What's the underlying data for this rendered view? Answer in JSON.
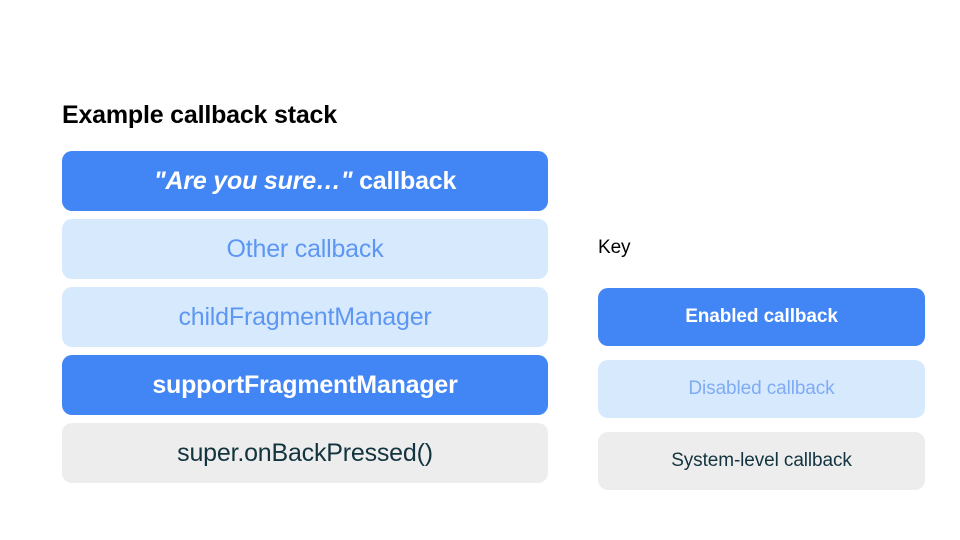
{
  "diagram": {
    "title": "Example callback stack",
    "key_title": "Key",
    "colors": {
      "enabled_bg": "#4285F4",
      "enabled_text": "#FFFFFF",
      "disabled_bg": "#D7EAFD",
      "disabled_text": "#5E96F3",
      "system_bg": "#EDEDED",
      "system_text": "#13343F",
      "page_bg": "#FFFFFF",
      "title_text": "#000000"
    }
  },
  "stack": {
    "items": [
      {
        "label": "\"Are you sure…\" callback",
        "label_italic_part": "Are you sure…",
        "state": "enabled",
        "style": "italic-quoted"
      },
      {
        "label": "Other callback",
        "state": "disabled",
        "style": "regular"
      },
      {
        "label": "childFragmentManager",
        "state": "disabled",
        "style": "regular"
      },
      {
        "label": "supportFragmentManager",
        "state": "enabled",
        "style": "regular"
      },
      {
        "label": "super.onBackPressed()",
        "state": "system",
        "style": "regular"
      }
    ]
  },
  "key": {
    "items": [
      {
        "label": "Enabled callback",
        "state": "enabled"
      },
      {
        "label": "Disabled callback",
        "state": "disabled"
      },
      {
        "label": "System-level callback",
        "state": "system"
      }
    ]
  }
}
